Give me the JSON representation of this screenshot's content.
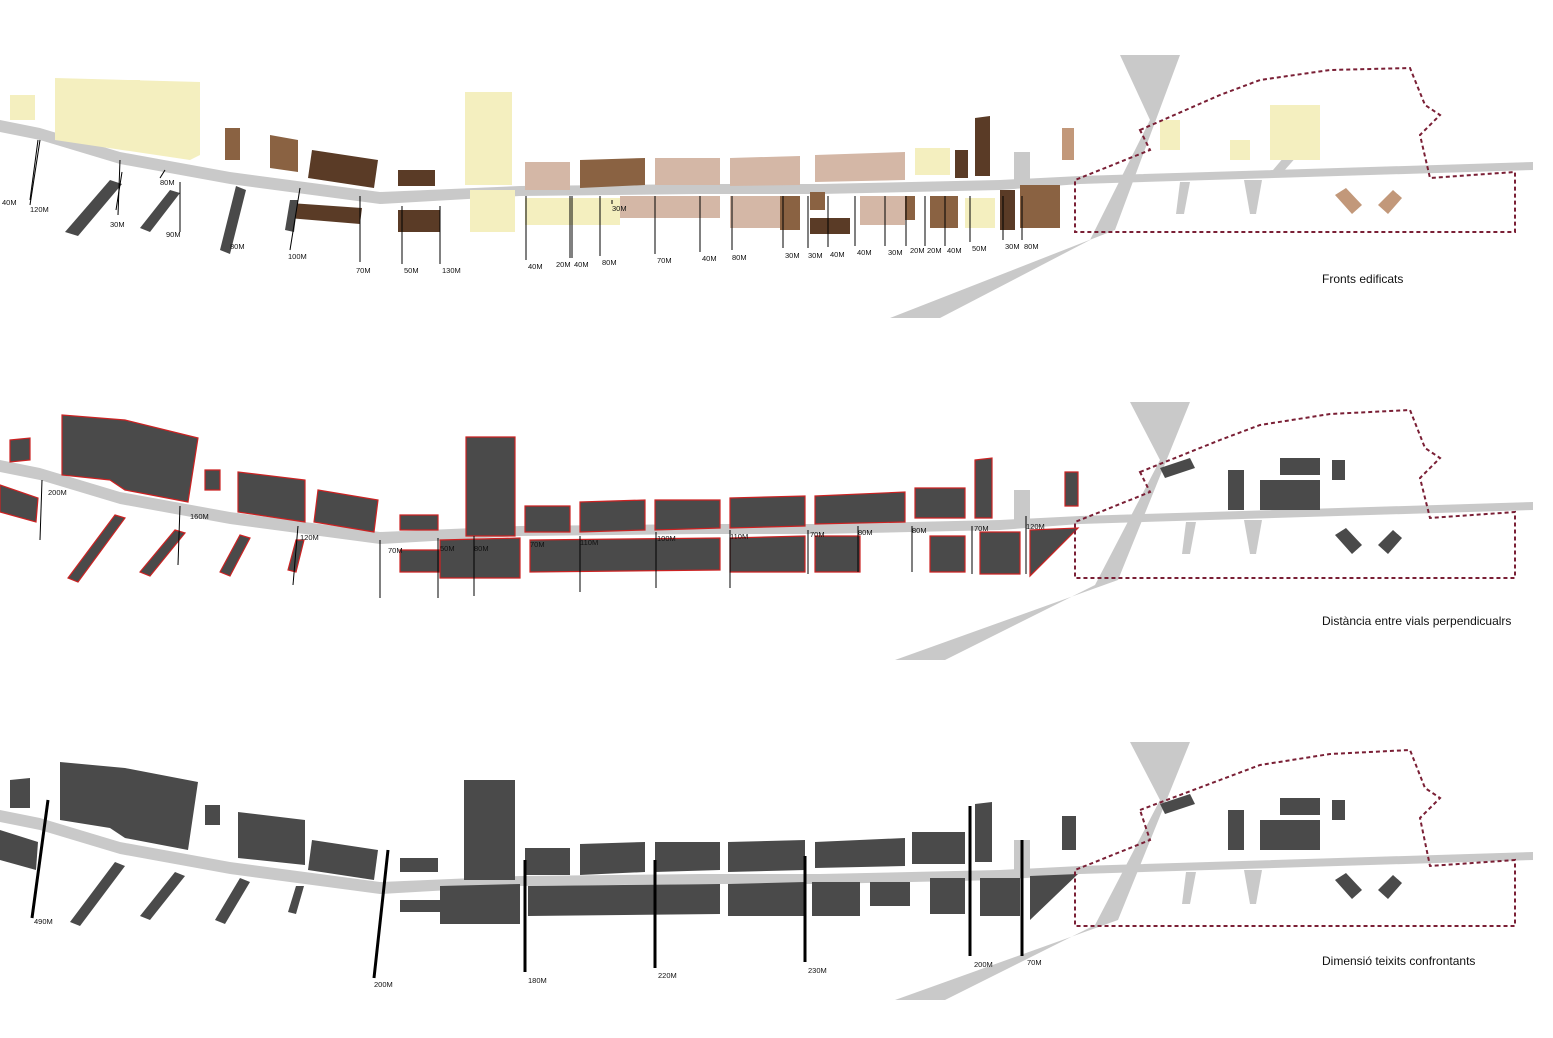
{
  "panels": [
    {
      "caption": "Fronts edificats",
      "labels": [
        "40M",
        "120M",
        "30M",
        "80M",
        "90M",
        "80M",
        "100M",
        "70M",
        "50M",
        "130M",
        "40M",
        "20M",
        "40M",
        "80M",
        "30M",
        "70M",
        "40M",
        "80M",
        "30M",
        "30M",
        "40M",
        "40M",
        "30M",
        "20M",
        "20M",
        "40M",
        "50M",
        "30M",
        "80M"
      ]
    },
    {
      "caption": "Distància entre vials perpendicualrs",
      "labels": [
        "200M",
        "160M",
        "120M",
        "70M",
        "50M",
        "80M",
        "70M",
        "110M",
        "100M",
        "110M",
        "70M",
        "80M",
        "80M",
        "70M",
        "120M"
      ]
    },
    {
      "caption": "Dimensió teixits confrontants",
      "labels": [
        "490M",
        "200M",
        "180M",
        "220M",
        "230M",
        "200M",
        "70M"
      ]
    }
  ],
  "colors": {
    "road": "#c9c9c9",
    "building_dark": "#4a4a4a",
    "outline_red": "#cc2222",
    "boundary": "#7a1f35",
    "front_dark": "#5a3b26",
    "front_mid": "#8a6242",
    "front_light": "#d4b7a6",
    "front_pale": "#f4efbf",
    "front_tan": "#c2987a"
  }
}
